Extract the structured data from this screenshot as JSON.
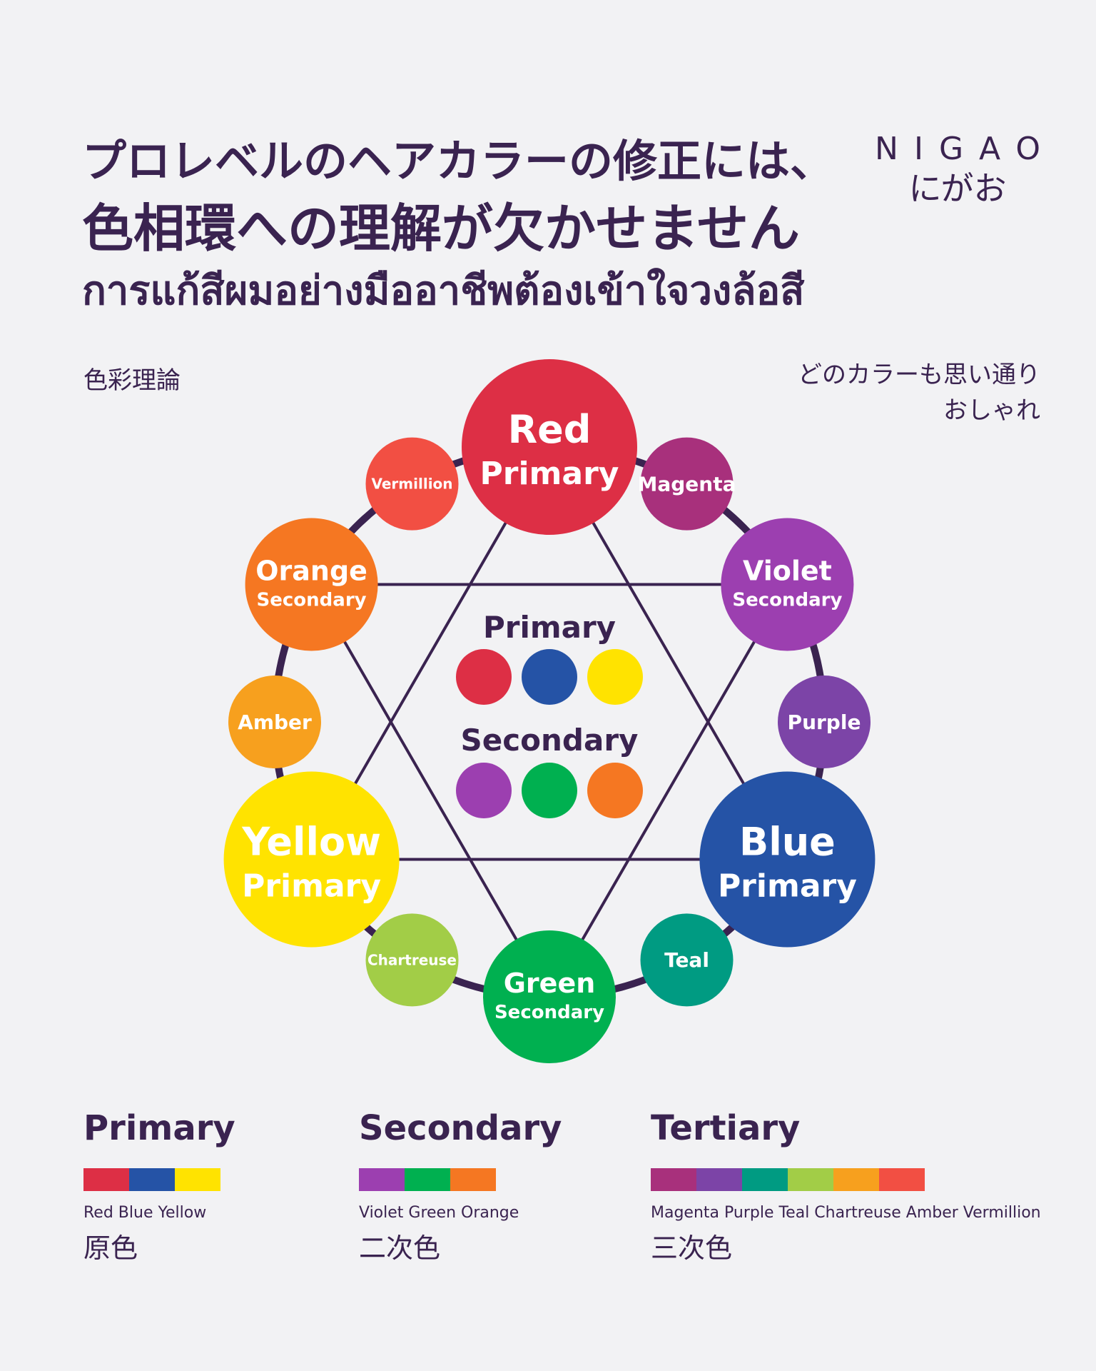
{
  "headline": {
    "line1": "プロレベルのヘアカラーの修正には、",
    "line2": "色相環への理解が欠かせません",
    "line3": "การแก้สีผมอย่างมืออาชีพต้องเข้าใจวงล้อสี"
  },
  "brand": {
    "latin": "NIGAO",
    "jp": "にがお"
  },
  "section_label": "色彩理論",
  "tagline": {
    "line1": "どのカラーも思い通り",
    "line2": "おしゃれ"
  },
  "colors": {
    "red": "#dd2f45",
    "blue": "#2553a6",
    "yellow": "#ffe300",
    "violet": "#9c3fb0",
    "green": "#00b050",
    "orange": "#f57722",
    "magenta": "#a8307c",
    "purple": "#7c44a7",
    "teal": "#009b82",
    "chartreuse": "#a2cd47",
    "amber": "#f7a01e",
    "vermillion": "#f24f43",
    "ring": "#3a2350",
    "text": "#3a2350"
  },
  "wheel": {
    "nodes": [
      {
        "id": "red",
        "name": "Red",
        "sub": "Primary",
        "color": "#dd2f45",
        "tier": "primary"
      },
      {
        "id": "magenta",
        "name": "Magenta",
        "sub": "",
        "color": "#a8307c",
        "tier": "tertiary"
      },
      {
        "id": "violet",
        "name": "Violet",
        "sub": "Secondary",
        "color": "#9c3fb0",
        "tier": "secondary"
      },
      {
        "id": "purple",
        "name": "Purple",
        "sub": "",
        "color": "#7c44a7",
        "tier": "tertiary"
      },
      {
        "id": "blue",
        "name": "Blue",
        "sub": "Primary",
        "color": "#2553a6",
        "tier": "primary"
      },
      {
        "id": "teal",
        "name": "Teal",
        "sub": "",
        "color": "#009b82",
        "tier": "tertiary"
      },
      {
        "id": "green",
        "name": "Green",
        "sub": "Secondary",
        "color": "#00b050",
        "tier": "secondary"
      },
      {
        "id": "chartreuse",
        "name": "Chartreuse",
        "sub": "",
        "color": "#a2cd47",
        "tier": "tertiary"
      },
      {
        "id": "yellow",
        "name": "Yellow",
        "sub": "Primary",
        "color": "#ffe300",
        "tier": "primary"
      },
      {
        "id": "amber",
        "name": "Amber",
        "sub": "",
        "color": "#f7a01e",
        "tier": "tertiary"
      },
      {
        "id": "orange",
        "name": "Orange",
        "sub": "Secondary",
        "color": "#f57722",
        "tier": "secondary"
      },
      {
        "id": "vermillion",
        "name": "Vermillion",
        "sub": "",
        "color": "#f24f43",
        "tier": "tertiary"
      }
    ],
    "center": {
      "primary_label": "Primary",
      "primary_swatches": [
        "#dd2f45",
        "#2553a6",
        "#ffe300"
      ],
      "secondary_label": "Secondary",
      "secondary_swatches": [
        "#9c3fb0",
        "#00b050",
        "#f57722"
      ]
    }
  },
  "legend": [
    {
      "title": "Primary",
      "swatches": [
        "#dd2f45",
        "#2553a6",
        "#ffe300"
      ],
      "names": "Red Blue Yellow",
      "jp": "原色"
    },
    {
      "title": "Secondary",
      "swatches": [
        "#9c3fb0",
        "#00b050",
        "#f57722"
      ],
      "names": "Violet Green Orange",
      "jp": "二次色"
    },
    {
      "title": "Tertiary",
      "swatches": [
        "#a8307c",
        "#7c44a7",
        "#009b82",
        "#a2cd47",
        "#f7a01e",
        "#f24f43"
      ],
      "names": "Magenta Purple Teal Chartreuse Amber Vermillion",
      "jp": "三次色"
    }
  ]
}
